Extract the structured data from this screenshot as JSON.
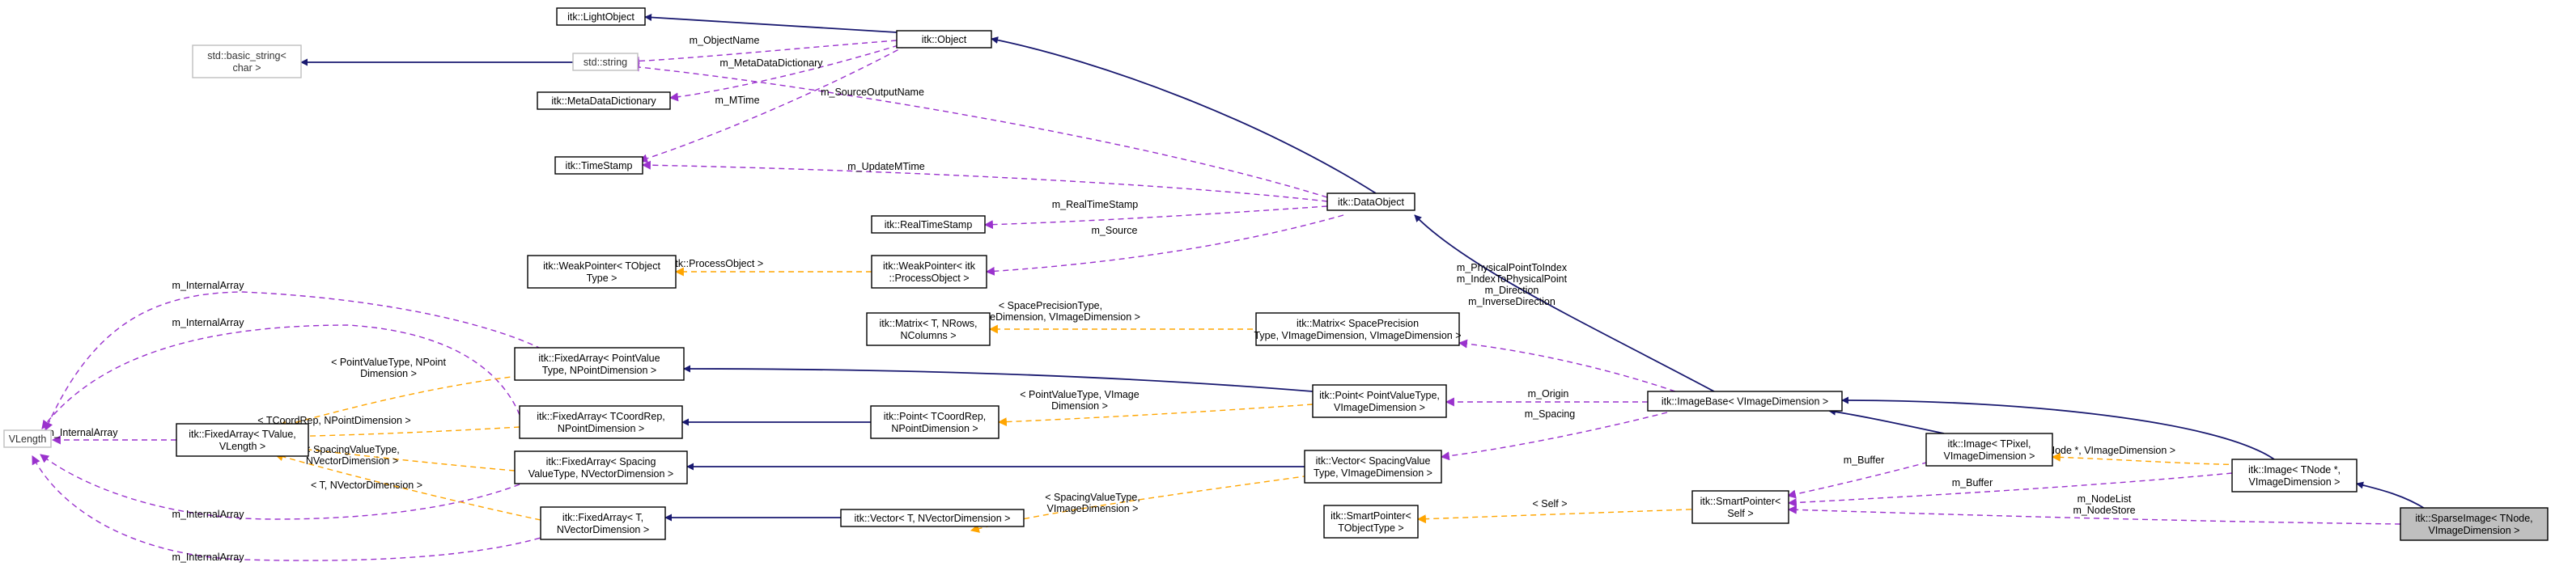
{
  "nodes": {
    "light_object": [
      "itk::LightObject"
    ],
    "object": [
      "itk::Object"
    ],
    "basic_string": [
      "std::basic_string<",
      "char >"
    ],
    "std_string": [
      "std::string"
    ],
    "meta_data_dictionary": [
      "itk::MetaDataDictionary"
    ],
    "time_stamp": [
      "itk::TimeStamp"
    ],
    "real_time_stamp": [
      "itk::RealTimeStamp"
    ],
    "data_object": [
      "itk::DataObject"
    ],
    "weak_pointer_template": [
      "itk::WeakPointer< TObject",
      "Type >"
    ],
    "weak_pointer_process": [
      "itk::WeakPointer< itk",
      "::ProcessObject >"
    ],
    "matrix_template": [
      "itk::Matrix< T, NRows,",
      "NColumns >"
    ],
    "matrix_space": [
      "itk::Matrix< SpacePrecision",
      "Type, VImageDimension, VImageDimension >"
    ],
    "fixed_array_point_value": [
      "itk::FixedArray< PointValue",
      "Type, NPointDimension >"
    ],
    "fixed_array_tcoordrep": [
      "itk::FixedArray< TCoordRep,",
      "NPointDimension >"
    ],
    "fixed_array_tvalue": [
      "itk::FixedArray< TValue,",
      "VLength >"
    ],
    "vlength": [
      "VLength"
    ],
    "fixed_array_spacing": [
      "itk::FixedArray< Spacing",
      "ValueType, NVectorDimension >"
    ],
    "fixed_array_t": [
      "itk::FixedArray< T,",
      "NVectorDimension >"
    ],
    "point_template": [
      "itk::Point< TCoordRep,",
      "NPointDimension >"
    ],
    "point_value": [
      "itk::Point< PointValueType,",
      "VImageDimension >"
    ],
    "vector_template": [
      "itk::Vector< T, NVectorDimension >"
    ],
    "vector_spacing": [
      "itk::Vector< SpacingValue",
      "Type, VImageDimension >"
    ],
    "image_base": [
      "itk::ImageBase< VImageDimension >"
    ],
    "smart_pointer_template": [
      "itk::SmartPointer<",
      "TObjectType >"
    ],
    "smart_pointer_self": [
      "itk::SmartPointer<",
      "Self >"
    ],
    "image_template": [
      "itk::Image< TPixel,",
      "VImageDimension >"
    ],
    "image_tnode": [
      "itk::Image< TNode *,",
      "VImageDimension >"
    ],
    "sparse_image": [
      "itk::SparseImage< TNode,",
      "VImageDimension >"
    ]
  },
  "edge_labels": {
    "m_object_name": [
      "m_ObjectName"
    ],
    "m_meta_data_dictionary": [
      "m_MetaDataDictionary"
    ],
    "m_mtime": [
      "m_MTime"
    ],
    "m_source_output_name": [
      "m_SourceOutputName"
    ],
    "m_update_mtime": [
      "m_UpdateMTime"
    ],
    "m_real_time_stamp": [
      "m_RealTimeStamp"
    ],
    "m_source": [
      "m_Source"
    ],
    "process_object": [
      "< itk::ProcessObject >"
    ],
    "space_precision": [
      "< SpacePrecisionType,",
      "VImageDimension, VImageDimension >"
    ],
    "m_physical_point": [
      "m_PhysicalPointToIndex",
      "m_IndexToPhysicalPoint",
      "m_Direction",
      "m_InverseDirection"
    ],
    "m_internal_array_1": [
      "m_InternalArray"
    ],
    "m_internal_array_2": [
      "m_InternalArray"
    ],
    "m_internal_array_3": [
      "m_InternalArray"
    ],
    "m_internal_array_4": [
      "m_InternalArray"
    ],
    "m_internal_array_5": [
      "m_InternalArray"
    ],
    "point_value_npoint": [
      "< PointValueType, NPoint",
      "Dimension >"
    ],
    "tcoordrep_npoint": [
      "< TCoordRep, NPointDimension >"
    ],
    "spacing_value_nvector": [
      "< SpacingValueType,",
      "NVectorDimension >"
    ],
    "t_nvector": [
      "< T, NVectorDimension >"
    ],
    "point_value_vimage": [
      "< PointValueType, VImage",
      "Dimension >"
    ],
    "m_origin": [
      "m_Origin"
    ],
    "m_spacing": [
      "m_Spacing"
    ],
    "spacing_value_vimage": [
      "< SpacingValueType,",
      "VImageDimension >"
    ],
    "self": [
      "< Self >"
    ],
    "m_buffer_1": [
      "m_Buffer"
    ],
    "m_buffer_2": [
      "m_Buffer"
    ],
    "tnode_vimage": [
      "< TNode *, VImageDimension >"
    ],
    "m_node_list": [
      "m_NodeList",
      "m_NodeStore"
    ]
  },
  "colors": {
    "inheritance": "#191970",
    "usage": "#9a32cd",
    "template": "#ffa500",
    "node_border": "#000000",
    "external_border": "#bfbfbf",
    "focus_fill": "#bfbfbf"
  }
}
